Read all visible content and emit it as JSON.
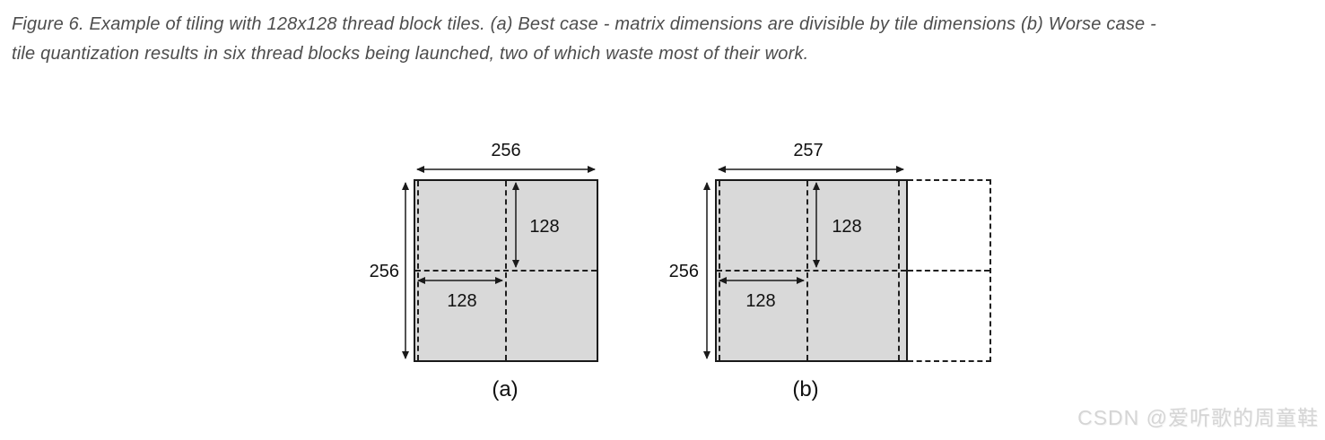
{
  "caption": {
    "line1": "Figure 6. Example of tiling with 128x128 thread block tiles. (a) Best case - matrix dimensions are divisible by tile dimensions (b) Worse case -",
    "line2": "tile quantization results in six thread blocks being launched, two of which waste most of their work."
  },
  "figure": {
    "panel_a": {
      "label": "(a)",
      "matrix_width": "256",
      "matrix_height": "256",
      "tile_width": "128",
      "tile_height": "128"
    },
    "panel_b": {
      "label": "(b)",
      "matrix_width": "257",
      "matrix_height": "256",
      "tile_width": "128",
      "tile_height": "128"
    }
  },
  "watermark": "CSDN @爱听歌的周童鞋",
  "colors": {
    "background": "#ffffff",
    "tile_fill": "#d9d9d9",
    "line": "#1a1a1a",
    "caption_text": "#4d4d4d",
    "watermark_text": "#d5d5d5"
  }
}
